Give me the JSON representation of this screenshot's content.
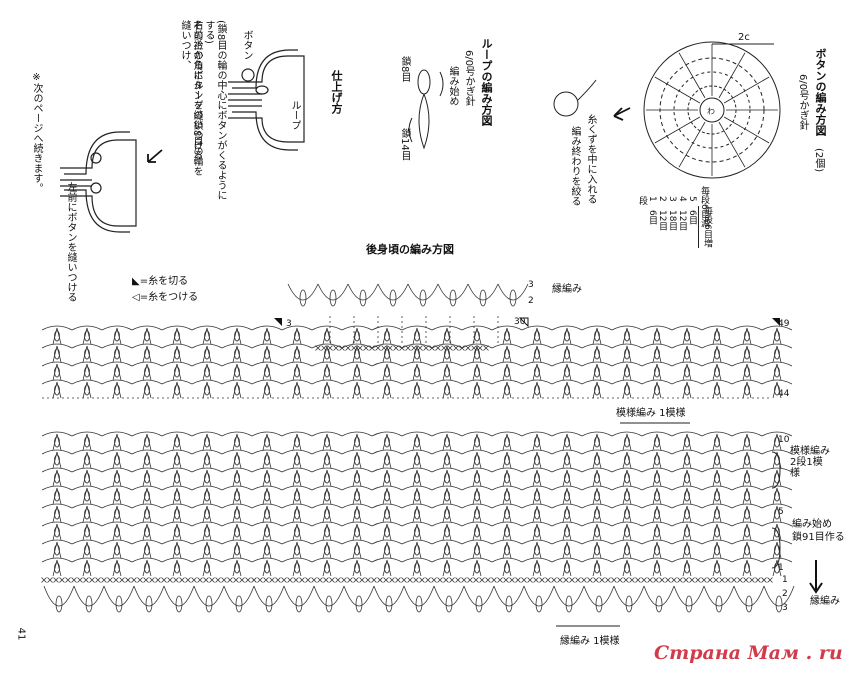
{
  "page_number": "41",
  "finishing": {
    "title": "仕上げ方",
    "note_lines": [
      "右前衿の角にループの鎖8目の輪を縫いつけ、",
      "その上からボタンを縫いつける",
      "(鎖8目の輪の中心にボタンがくるようにする)"
    ],
    "label_button": "ボタン",
    "label_loop": "ループ",
    "label_attach": "左前にボタンを縫いつける",
    "label_next": "※次のページへ続きます。"
  },
  "loop": {
    "title": "ループの編み方図",
    "needle": "6/0号かぎ針",
    "start": "編み始め",
    "chain8": "鎖8目",
    "chain14": "鎖14目"
  },
  "button": {
    "title": "ボタンの編み方図",
    "count": "(2個)",
    "needle": "6/0号かぎ針",
    "size": "2c",
    "stuff": "糸くずを中に入れる",
    "end": "編み終わりを絞る",
    "rows": [
      {
        "row": "5",
        "stitches": "6目"
      },
      {
        "row": "4",
        "stitches": "12目"
      },
      {
        "row": "3",
        "stitches": "18目"
      },
      {
        "row": "2",
        "stitches": "12目"
      },
      {
        "row": "1",
        "stitches": "6目"
      }
    ],
    "row_header": "段",
    "decrease": "毎段6目減",
    "increase": "毎段6目増"
  },
  "back": {
    "title": "後身頃の編み方図",
    "legend_cut": "=糸を切る",
    "legend_join": "=糸をつける",
    "edging": "縁編み",
    "pattern_repeat": "模様編み 1模様",
    "two_rows": "2段1模様",
    "pattern": "模様編み",
    "start_line1": "編み始め",
    "start_line2": "鎖91目作る",
    "edging_repeat": "縁編み 1模様",
    "row_labels": [
      "49",
      "44",
      "10",
      "5",
      "1"
    ],
    "edge_rows": [
      "1",
      "2",
      "3"
    ],
    "top_edge_rows": [
      "3",
      "2"
    ],
    "marker_3": "3",
    "marker_30": "30"
  },
  "watermark": "Страна Мам . ru"
}
